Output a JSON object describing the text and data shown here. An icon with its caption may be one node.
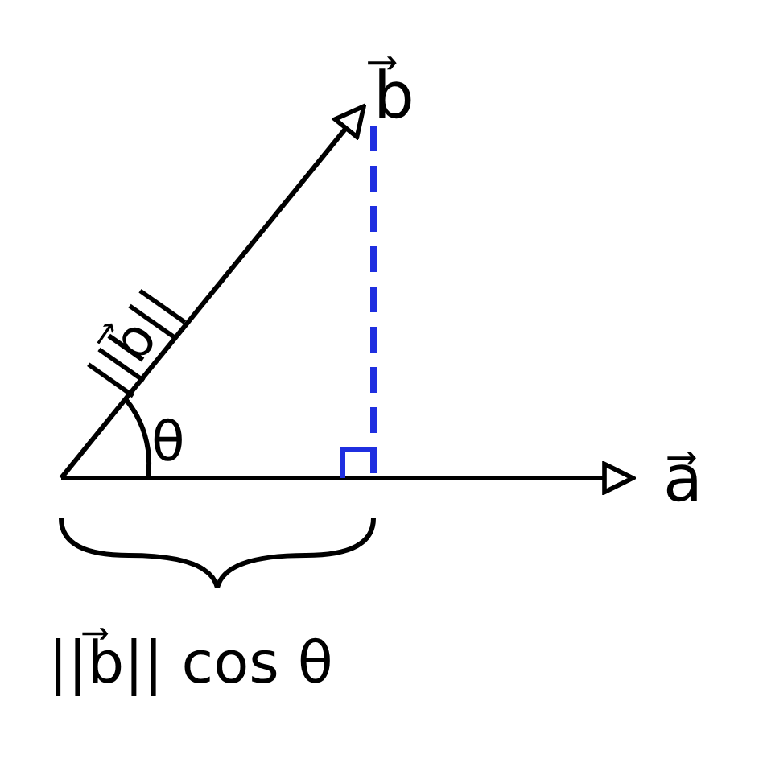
{
  "diagram": {
    "labels": [
      "b⃗",
      "||b⃗||",
      "θ",
      "a⃗",
      "||b⃗|| cos θ"
    ]
  }
}
